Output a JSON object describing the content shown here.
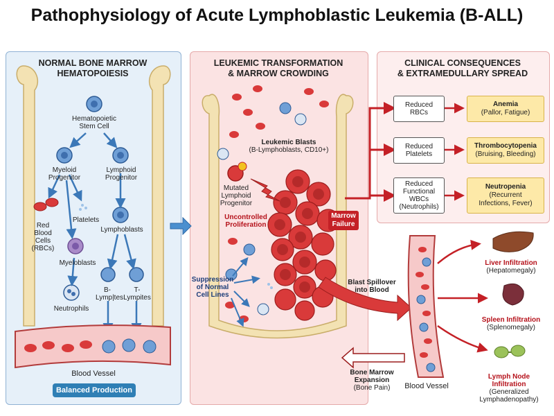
{
  "title": "Pathophysiology of Acute Lymphoblastic Leukemia (B-ALL)",
  "panel_normal": {
    "title_l1": "NORMAL BONE MARROW",
    "title_l2": "HEMATOPOIESIS",
    "stem_cell_l1": "Hematopoietic",
    "stem_cell_l2": "Stem Cell",
    "myeloid_l1": "Myeloid",
    "myeloid_l2": "Progenitor",
    "lymphoid_l1": "Lymphoid",
    "lymphoid_l2": "Progenitor",
    "platelets": "Platelets",
    "rbc_l1": "Red",
    "rbc_l2": "Blood",
    "rbc_l3": "Cells",
    "rbc_l4": "(RBCs)",
    "lymphoblasts": "Lymphoblasts",
    "myeloblasts": "Myeloblasts",
    "b_lymph_l1": "B-",
    "b_lymph_l2": "Lymp|tes",
    "t_lymph_l1": "T-",
    "t_lymph_l2": "Lympites",
    "neutrophils": "Neutrophils",
    "vessel": "Blood Vessel",
    "badge": "Balanced Production"
  },
  "panel_leukemic": {
    "title_l1": "LEUKEMIC TRANSFORMATION",
    "title_l2": "& MARROW CROWDING",
    "blasts_l1": "Leukemic Blasts",
    "blasts_l2": "(B-Lymphoblasts, CD10+)",
    "mutated_l1": "Mutated",
    "mutated_l2": "Lymphoid",
    "mutated_l3": "Progenitor",
    "uncontrolled_l1": "Uncontrolled",
    "uncontrolled_l2": "Proliferation",
    "failure_l1": "Marrow",
    "failure_l2": "Failure",
    "suppression_l1": "Suppression",
    "suppression_l2": "of Normal",
    "suppression_l3": "Cell Lines"
  },
  "panel_clinical": {
    "title_l1": "CLINICAL CONSEQUENCES",
    "title_l2": "& EXTRAMEDULLARY SPREAD",
    "rows": [
      {
        "cause_l1": "Reduced",
        "cause_l2": "RBCs",
        "cause_l3": "",
        "cause_l4": "",
        "effect_h": "Anemia",
        "effect_l1": "(Pallor, Fatigue)",
        "effect_l2": ""
      },
      {
        "cause_l1": "Reduced",
        "cause_l2": "Platelets",
        "cause_l3": "",
        "cause_l4": "",
        "effect_h": "Thrombocytopenia",
        "effect_l1": "(Bruising, Bleeding)",
        "effect_l2": ""
      },
      {
        "cause_l1": "Reduced",
        "cause_l2": "Functional",
        "cause_l3": "WBCs",
        "cause_l4": "(Neutrophils)",
        "effect_h": "Neutropenia",
        "effect_l1": "(Recurrent",
        "effect_l2": "Infections, Fever)"
      }
    ]
  },
  "spread": {
    "spillover_l1": "Blast Spillover",
    "spillover_l2": "into Blood",
    "expansion_l1": "Bone Marrow",
    "expansion_l2": "Expansion",
    "expansion_l3": "(Bone Pain)",
    "vessel": "Blood Vessel",
    "liver_l1": "Liver Infiltration",
    "liver_l2": "(Hepatomegaly)",
    "spleen_l1": "Spleen Infiltration",
    "spleen_l2": "(Splenomegaly)",
    "lymph_l1": "Lymph Node",
    "lymph_l2": "Infiltration",
    "lymph_l3": "(Generalized",
    "lymph_l4": "Lymphadenopathy)"
  },
  "colors": {
    "normal_bg": "#e6f0f9",
    "leukemic_bg": "#fbe3e3",
    "clinical_bg": "#fdeeee",
    "blast_red": "#d93a3a",
    "cell_blue": "#6f9fd6",
    "bone": "#f3e2b3",
    "accent_blue": "#2f7fb5",
    "accent_red": "#c42026"
  }
}
